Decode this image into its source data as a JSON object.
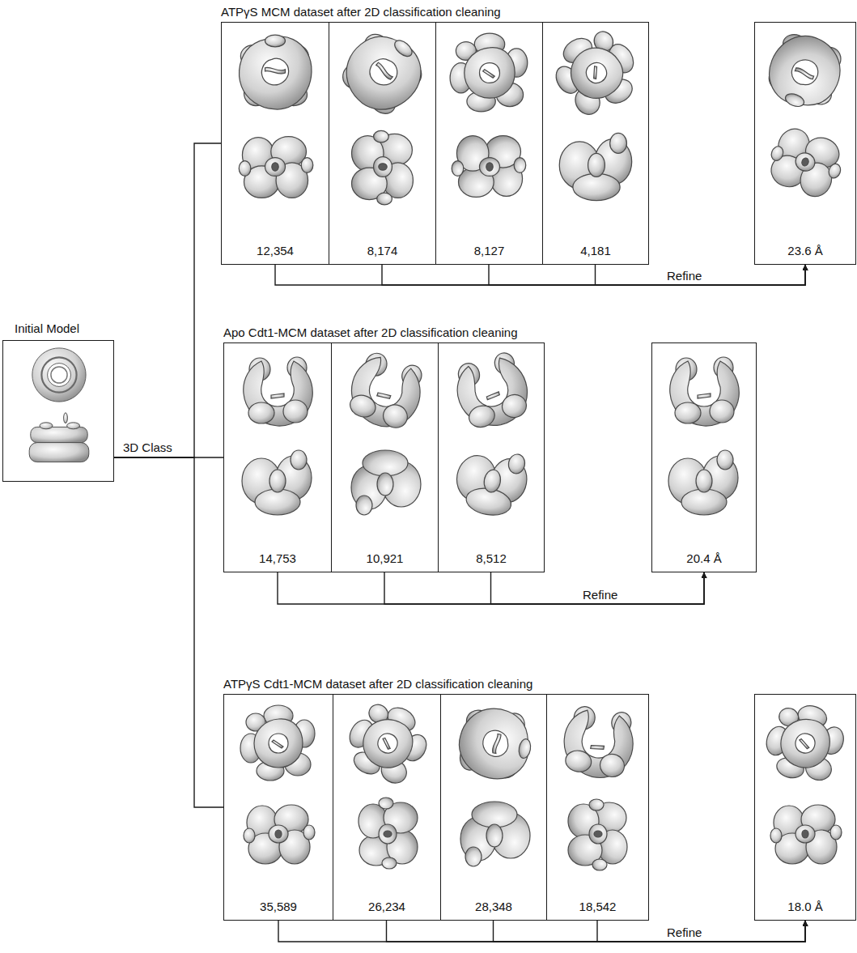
{
  "diagram": {
    "nodes": [
      {
        "text": [
          "Initial Model"
        ]
      },
      {
        "text": [
          "ATPγS MCM dataset after 2D classification cleaning"
        ]
      },
      {
        "text": [
          "12,354"
        ],
        "in": 1
      },
      {
        "text": [
          "8,174"
        ],
        "in": 1
      },
      {
        "text": [
          "8,127"
        ],
        "in": 1
      },
      {
        "text": [
          "4,181"
        ],
        "in": 1
      },
      {
        "text": [
          "23.6 Å"
        ]
      },
      {
        "text": [
          "Apo Cdt1-MCM dataset after 2D classification cleaning"
        ]
      },
      {
        "text": [
          "14,753"
        ],
        "in": 7
      },
      {
        "text": [
          "10,921"
        ],
        "in": 7
      },
      {
        "text": [
          "8,512"
        ],
        "in": 7
      },
      {
        "text": [
          "20.4 Å"
        ]
      },
      {
        "text": [
          "ATPγS Cdt1-MCM dataset after 2D classification cleaning"
        ]
      },
      {
        "text": [
          "35,589"
        ],
        "in": 12
      },
      {
        "text": [
          "26,234"
        ],
        "in": 12
      },
      {
        "text": [
          "28,348"
        ],
        "in": 12
      },
      {
        "text": [
          "18,542"
        ],
        "in": 12
      },
      {
        "text": [
          "18.0 Å"
        ]
      }
    ],
    "edges": [
      {
        "from": 0,
        "to": 1,
        "arrow": "none"
      },
      {
        "from": 0,
        "to": 7,
        "label": "3D Class",
        "arrow": "none"
      },
      {
        "from": 0,
        "to": 12,
        "arrow": "none"
      },
      {
        "from": 2,
        "to": 6,
        "arrow": "to"
      },
      {
        "from": 3,
        "to": 6,
        "arrow": "to"
      },
      {
        "from": 4,
        "to": 6,
        "arrow": "to"
      },
      {
        "from": 5,
        "to": 6,
        "label": "Refine",
        "arrow": "to"
      },
      {
        "from": 8,
        "to": 11,
        "arrow": "to"
      },
      {
        "from": 9,
        "to": 11,
        "arrow": "to"
      },
      {
        "from": 10,
        "to": 11,
        "label": "Refine",
        "arrow": "to"
      },
      {
        "from": 13,
        "to": 17,
        "arrow": "to"
      },
      {
        "from": 14,
        "to": 17,
        "arrow": "to"
      },
      {
        "from": 15,
        "to": 17,
        "arrow": "to"
      },
      {
        "from": 16,
        "to": 17,
        "label": "Refine",
        "arrow": "to"
      }
    ]
  }
}
